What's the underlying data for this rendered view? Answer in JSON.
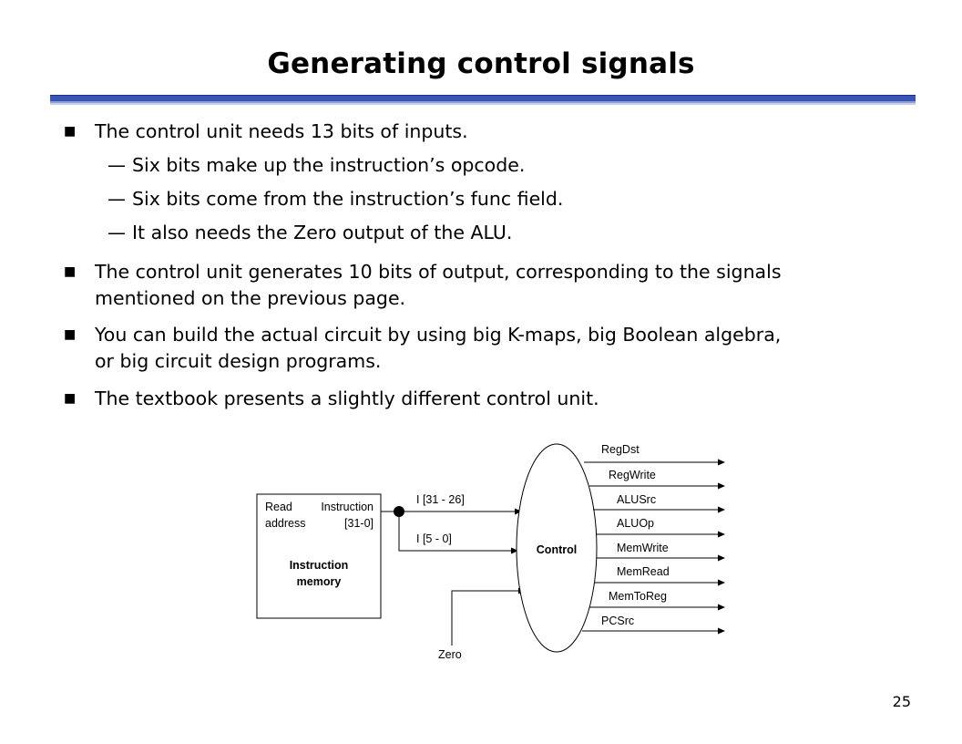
{
  "slide": {
    "title": "Generating control signals",
    "page_number": "25"
  },
  "bullets": [
    {
      "level": 1,
      "text": "The control unit needs 13 bits of inputs."
    },
    {
      "level": 2,
      "text": "Six bits make up the instruction’s opcode."
    },
    {
      "level": 2,
      "text": "Six bits come from the instruction’s func field."
    },
    {
      "level": 2,
      "text": "It also needs the Zero output of the ALU."
    },
    {
      "level": 1,
      "text": "The control unit generates 10 bits of output, corresponding to the signals",
      "continuation": "mentioned on the previous page."
    },
    {
      "level": 1,
      "text": "You can build the actual circuit by using big K-maps, big Boolean algebra,",
      "continuation": "or big circuit design programs."
    },
    {
      "level": 1,
      "text": "The textbook presents a slightly different control unit."
    }
  ],
  "bullet_symbol": "■",
  "dash_symbol": "—",
  "diagram": {
    "memory": {
      "read_label": "Read",
      "instruction_label": "Instruction",
      "address_label": "address",
      "range_label": "[31-0]",
      "name_line1": "Instruction",
      "name_line2": "memory"
    },
    "inputs": {
      "opcode": "I [31 - 26]",
      "func": "I [5 - 0]",
      "zero": "Zero"
    },
    "control_label": "Control",
    "outputs": [
      "RegDst",
      "RegWrite",
      "ALUSrc",
      "ALUOp",
      "MemWrite",
      "MemRead",
      "MemToReg",
      "PCSrc"
    ]
  }
}
